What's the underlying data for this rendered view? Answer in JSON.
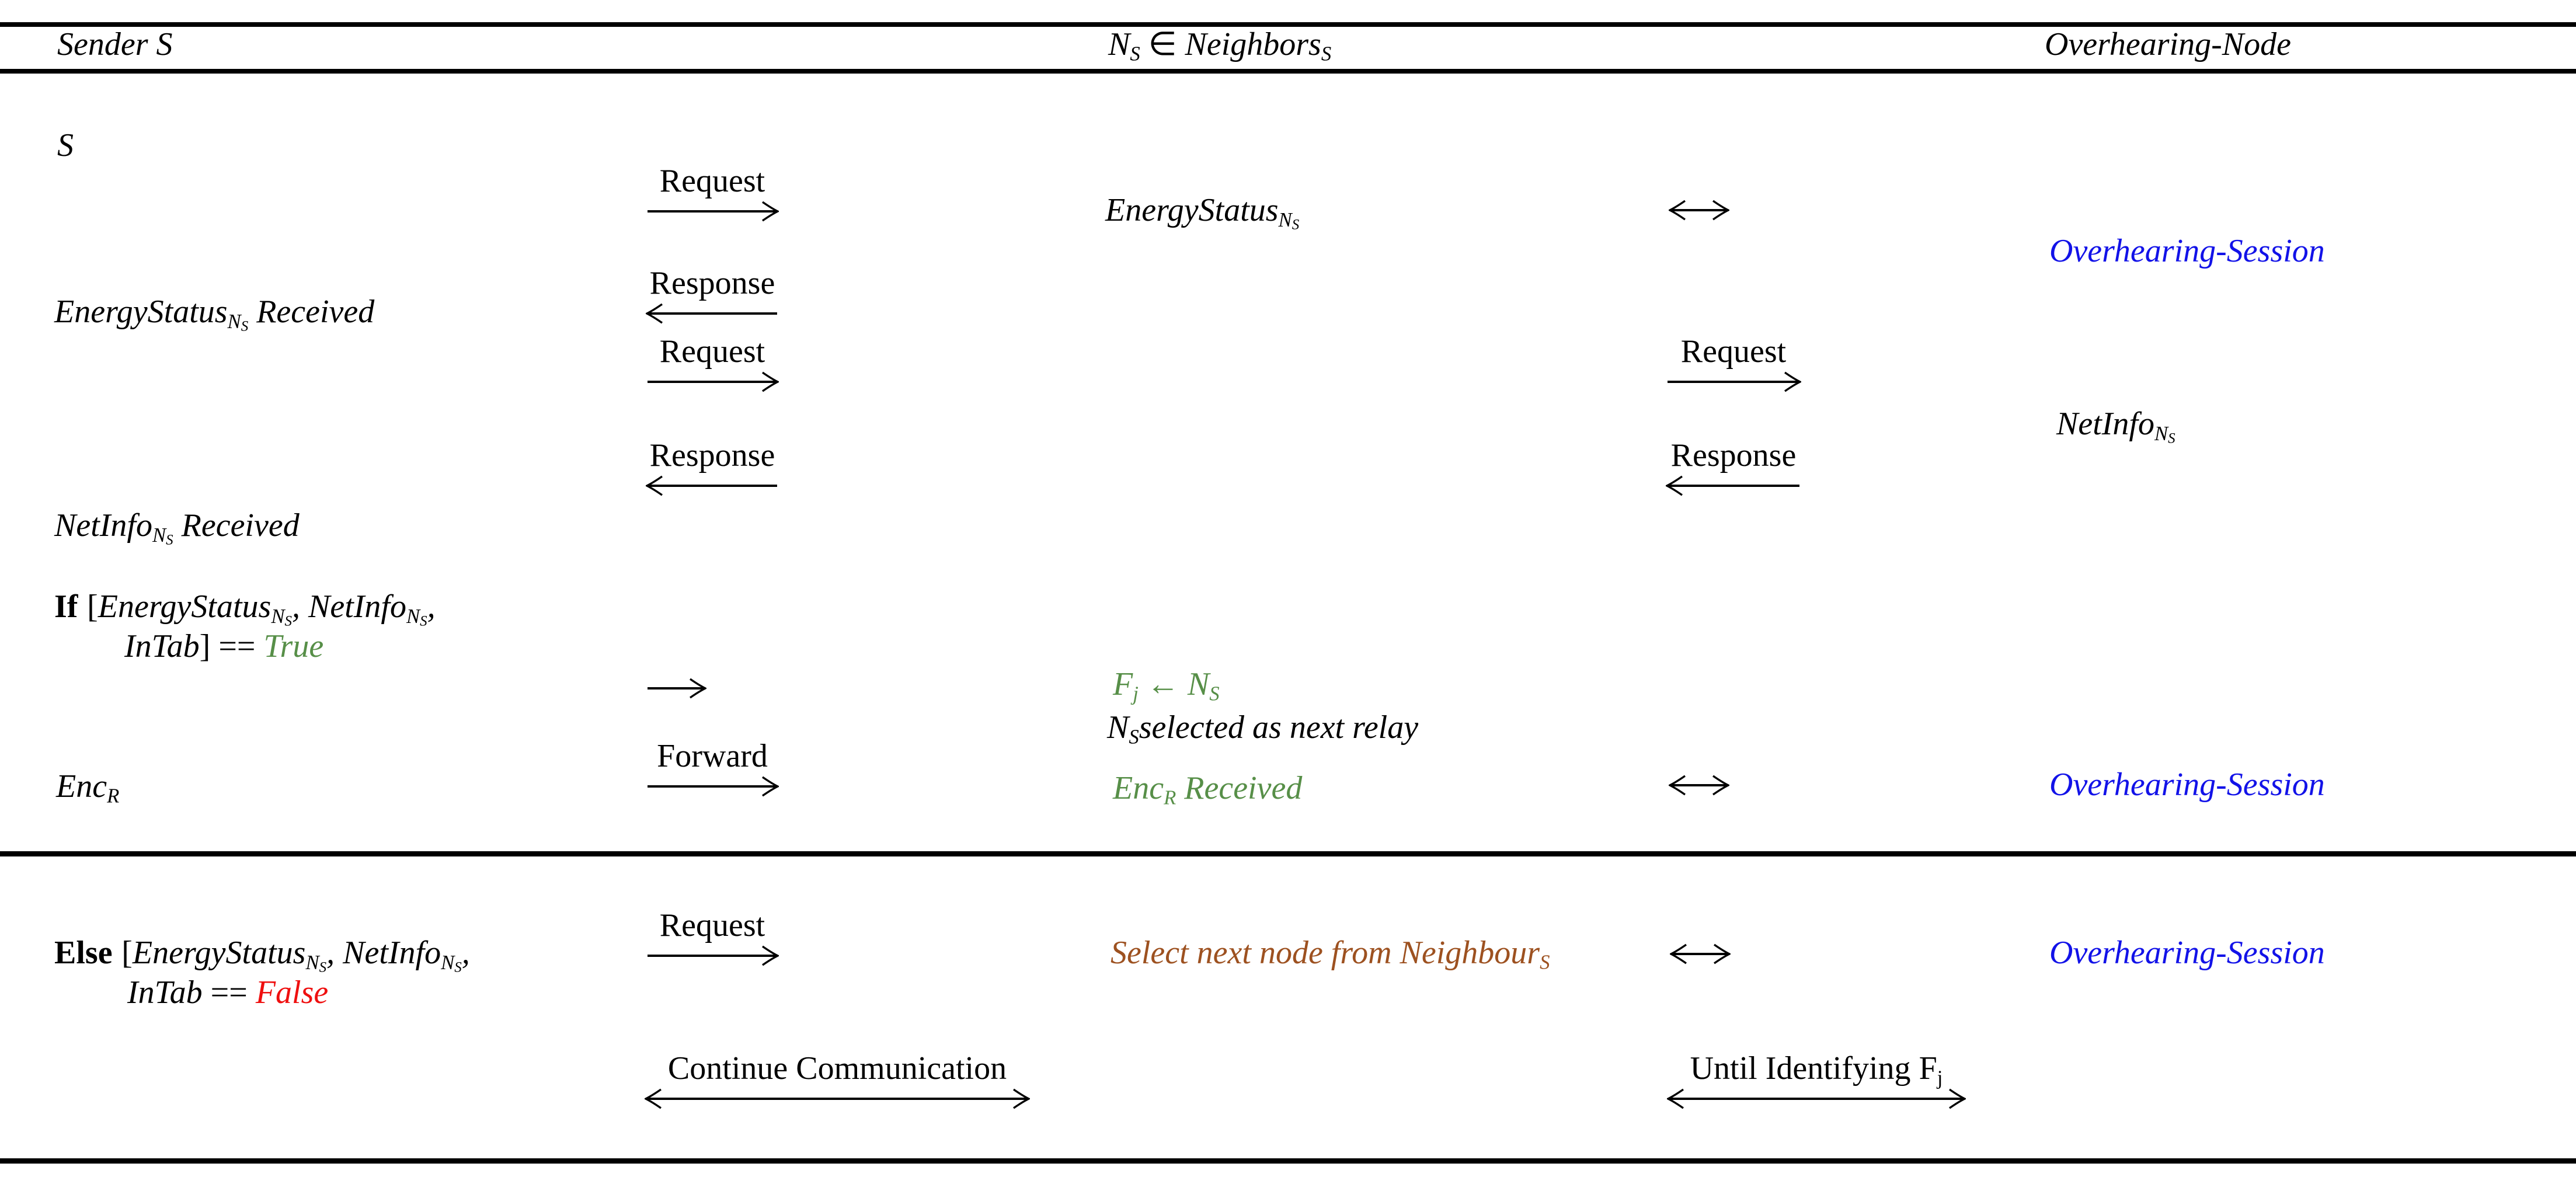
{
  "colors": {
    "text": "#000000",
    "session_blue": "#1212e8",
    "success_green": "#578f48",
    "fail_red": "#ef0f0f",
    "note_brown": "#9d5120"
  },
  "header": {
    "sender": "Sender S",
    "neighbors_base": "N",
    "neighbors_base_sub": "S",
    "neighbors_in": "∈",
    "neighbors_word": "Neighbors",
    "neighbors_word_sub": "S",
    "overhearing": "Overhearing-Node"
  },
  "labels": {
    "request": "Request",
    "response": "Response",
    "forward": "Forward",
    "continue_communication": "Continue Communication",
    "until_identifying": "Until Identifying",
    "until_f": "F",
    "until_f_sub": "j"
  },
  "sender": {
    "node": "S",
    "energy_base": "EnergyStatus",
    "energy_sub_main": "N",
    "energy_sub_sub": "S",
    "energy_suffix": "Received",
    "netinfo_base": "NetInfo",
    "netinfo_sub_main": "N",
    "netinfo_sub_sub": "S",
    "netinfo_suffix": "Received",
    "if_keyword": "If",
    "if_open": "[",
    "if_comma": ",",
    "if_comma2": ",",
    "intab": "InTab",
    "if_close": "]",
    "eq": "==",
    "true_value": "True",
    "else_keyword": "Else",
    "false_value": "False",
    "enc_base": "Enc",
    "enc_sub": "R"
  },
  "neighbor": {
    "energy_base": "EnergyStatus",
    "energy_sub_main": "N",
    "energy_sub_sub": "S",
    "fj_f": "F",
    "fj_f_sub": "j",
    "fj_arrow": "←",
    "fj_n": "N",
    "fj_n_sub": "S",
    "selected_n": "N",
    "selected_n_sub": "S",
    "selected_text": "selected as next relay",
    "enc_base": "Enc",
    "enc_sub": "R",
    "enc_suffix": "Received",
    "select_next_text": "Select next node from Neighbour",
    "select_next_sub": "S"
  },
  "overhearing": {
    "session": "Overhearing-Session",
    "netinfo_base": "NetInfo",
    "netinfo_sub_main": "N",
    "netinfo_sub_sub": "S"
  }
}
